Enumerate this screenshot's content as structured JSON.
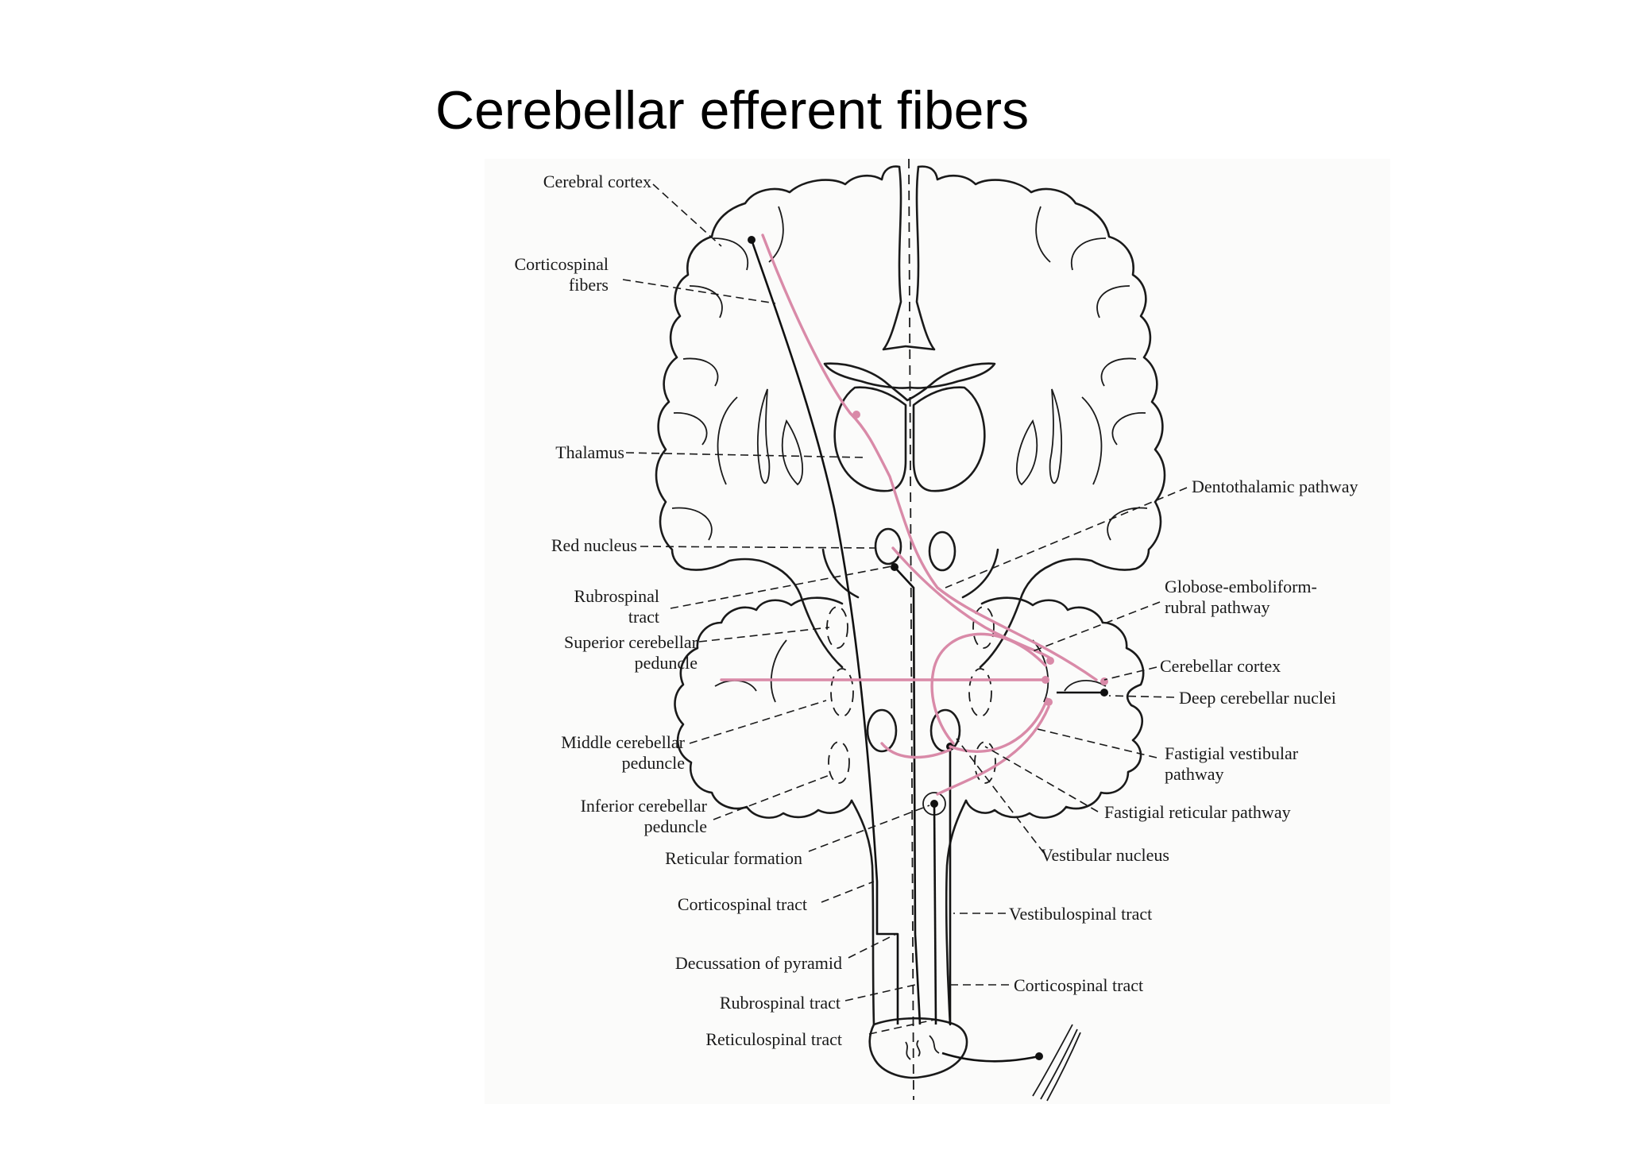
{
  "title": "Cerebellar efferent fibers",
  "colors": {
    "pathway": "#d98aa8",
    "ink": "#1a1a1a",
    "background": "#ffffff"
  },
  "labels": {
    "cerebral_cortex": "Cerebral cortex",
    "corticospinal_fibers_1": "Corticospinal",
    "corticospinal_fibers_2": "fibers",
    "thalamus": "Thalamus",
    "red_nucleus": "Red nucleus",
    "rubrospinal_tract_1": "Rubrospinal",
    "rubrospinal_tract_2": "tract",
    "superior_cerebellar_peduncle_1": "Superior cerebellar",
    "superior_cerebellar_peduncle_2": "peduncle",
    "middle_cerebellar_peduncle_1": "Middle cerebellar",
    "middle_cerebellar_peduncle_2": "peduncle",
    "inferior_cerebellar_peduncle_1": "Inferior cerebellar",
    "inferior_cerebellar_peduncle_2": "peduncle",
    "reticular_formation": "Reticular formation",
    "corticospinal_tract_left": "Corticospinal tract",
    "decussation_of_pyramid": "Decussation of pyramid",
    "rubrospinal_tract_lower": "Rubrospinal tract",
    "reticulospinal_tract": "Reticulospinal tract",
    "dentothalamic_pathway": "Dentothalamic pathway",
    "globose_emboliform_1": "Globose-emboliform-",
    "globose_emboliform_2": "rubral pathway",
    "cerebellar_cortex": "Cerebellar cortex",
    "deep_cerebellar_nuclei": "Deep cerebellar nuclei",
    "fastigial_vestibular_1": "Fastigial vestibular",
    "fastigial_vestibular_2": "pathway",
    "fastigial_reticular": "Fastigial reticular pathway",
    "vestibular_nucleus": "Vestibular nucleus",
    "vestibulospinal_tract": "Vestibulospinal tract",
    "corticospinal_tract_right": "Corticospinal tract"
  }
}
